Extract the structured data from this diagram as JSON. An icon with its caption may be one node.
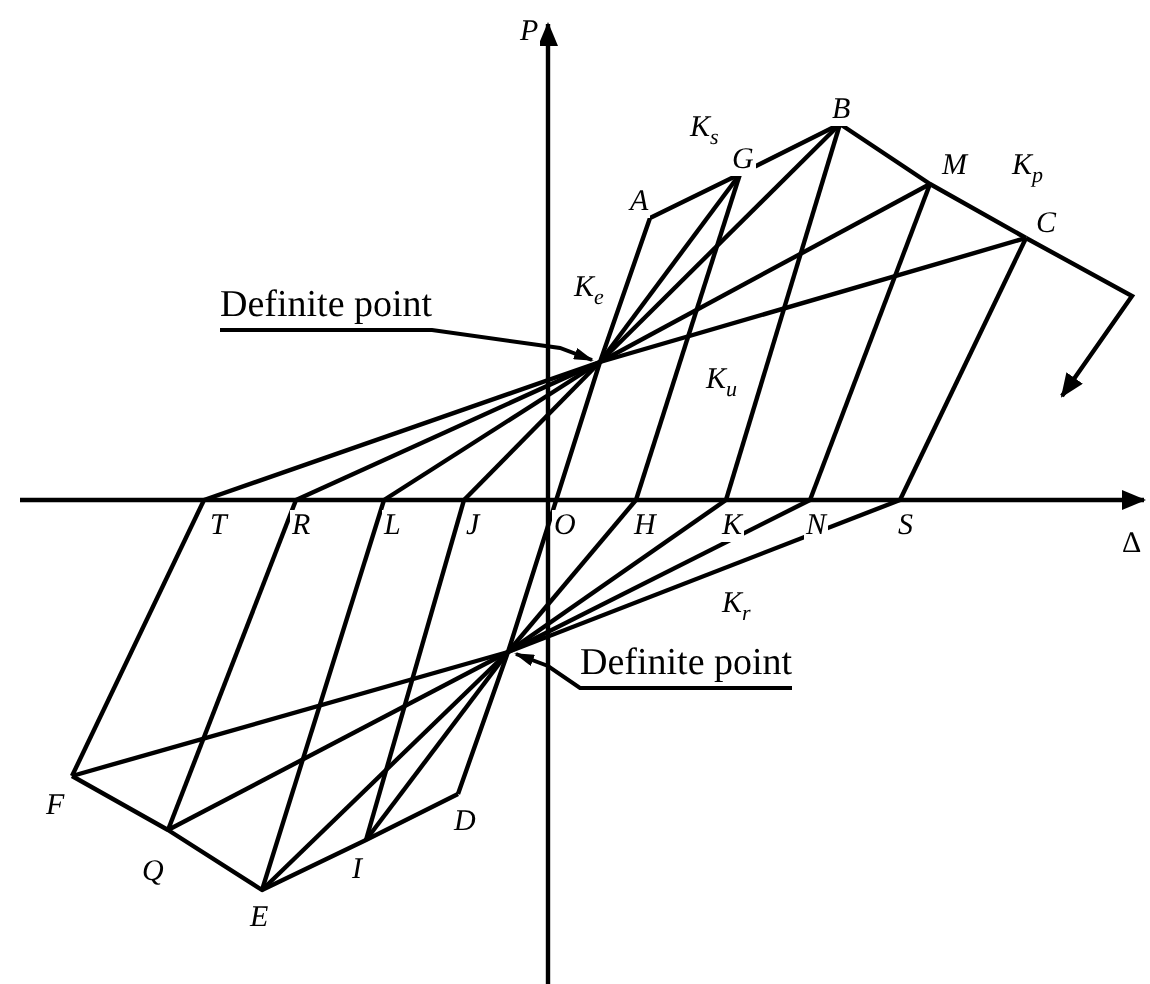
{
  "diagram": {
    "nodes": [
      {
        "text": [
          "Definite point"
        ]
      },
      {
        "text": [
          "Definite point"
        ]
      }
    ],
    "edges": [
      {
        "from": 0,
        "to": null,
        "arrow": "to"
      },
      {
        "from": 1,
        "to": null,
        "arrow": "to"
      }
    ],
    "labels": [
      "P",
      "K$_{s}$",
      "B",
      "G",
      "M",
      "K$_{p}$",
      "A",
      "C",
      "K$_{e}$",
      "K$_{u}$",
      "T",
      "R",
      "L",
      "J",
      "O",
      "H",
      "K",
      "N",
      "S",
      "Δ",
      "K$_{r}$",
      "F",
      "D",
      "Q",
      "I",
      "E"
    ]
  }
}
